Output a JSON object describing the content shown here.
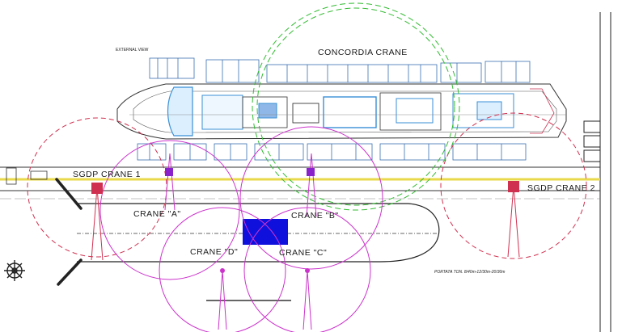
{
  "title": "CONCORDIA CRANE",
  "view_label": "EXTERNAL VIEW",
  "cranes": {
    "sgdp1": "SGDP CRANE 1",
    "sgdp2": "SGDP CRANE 2",
    "a": "CRANE \"A\"",
    "b": "CRANE \"B\"",
    "c": "CRANE \"C\"",
    "d": "CRANE \"D\""
  },
  "capacity_note": "PORTATA TON. 8/40m-12/30m-20/30m",
  "colors": {
    "magenta": "#cc33cc",
    "red_dashed": "#d03050",
    "green_dashed": "#33bb33",
    "blue_ship": "#3a8fd6",
    "barge_fill": "#1010dd",
    "rail_yellow": "#e8d84a"
  }
}
